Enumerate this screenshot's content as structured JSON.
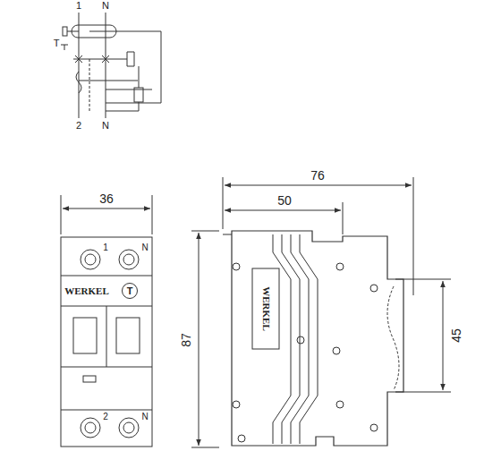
{
  "diagram": {
    "nodes": [
      {
        "text": [
          "T"
        ]
      }
    ],
    "labels": [
      "1",
      "N",
      "T",
      "2",
      "N",
      "36",
      "1",
      "N",
      "WERKEL",
      "2",
      "N",
      "76",
      "50",
      "87",
      "45",
      "WERKEL"
    ]
  }
}
